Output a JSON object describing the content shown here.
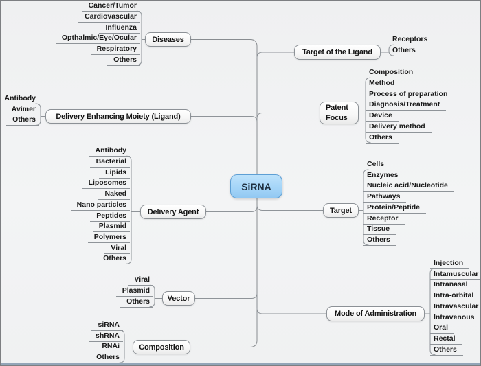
{
  "root": {
    "label": "SiRNA",
    "fill": "#a5d5f8",
    "border_color": "#5e9fd4",
    "text_color": "#1f2f3f"
  },
  "canvas": {
    "background": "#f1f2f3",
    "connector_color": "#8f9499",
    "spine_color": "#888c90",
    "node_border_color": "#8c9196",
    "bottom_edge_color": "#93a5b8"
  },
  "branches": [
    {
      "id": "diseases",
      "label": "Diseases",
      "children": [
        "Cancer/Tumor",
        "Cardiovascular",
        "Influenza",
        "Opthalmic/Eye/Ocular",
        "Respiratory",
        "Others"
      ]
    },
    {
      "id": "target-of-the-ligand",
      "label": "Target of the Ligand",
      "children": [
        "Receptors",
        "Others"
      ]
    },
    {
      "id": "delivery-enhancing-moiety",
      "label": "Delivery Enhancing Moiety (Ligand)",
      "children": [
        "Antibody",
        "Avimer",
        "Others"
      ]
    },
    {
      "id": "patent-focus",
      "label": "Patent Focus",
      "children": [
        "Composition",
        "Method",
        "Process of preparation",
        "Diagnosis/Treatment",
        "Device",
        "Delivery method",
        "Others"
      ]
    },
    {
      "id": "delivery-agent",
      "label": "Delivery Agent",
      "children": [
        "Antibody",
        "Bacterial",
        "Lipids",
        "Liposomes",
        "Naked",
        "Nano particles",
        "Peptides",
        "Plasmid",
        "Polymers",
        "Viral",
        "Others"
      ]
    },
    {
      "id": "target",
      "label": "Target",
      "children": [
        "Cells",
        "Enzymes",
        "Nucleic acid/Nucleotide",
        "Pathways",
        "Protein/Peptide",
        "Receptor",
        "Tissue",
        "Others"
      ]
    },
    {
      "id": "vector",
      "label": "Vector",
      "children": [
        "Viral",
        "Plasmid",
        "Others"
      ]
    },
    {
      "id": "mode-of-administration",
      "label": "Mode of Administration",
      "children": [
        "Injection",
        "Intamuscular",
        "Intranasal",
        "Intra-orbital",
        "Intravascular",
        "Intravenous",
        "Oral",
        "Rectal",
        "Others"
      ]
    },
    {
      "id": "composition",
      "label": "Composition",
      "children": [
        "siRNA",
        "shRNA",
        "RNAi",
        "Others"
      ]
    }
  ]
}
